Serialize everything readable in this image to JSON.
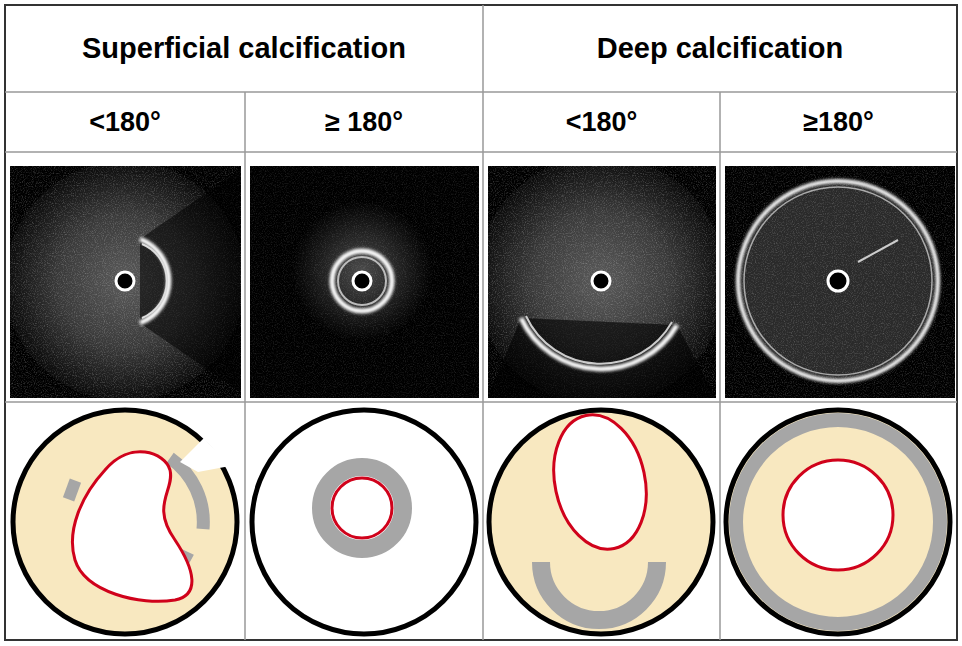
{
  "diagram": {
    "labels": [
      "Superficial calcification",
      "Deep calcification",
      "<180°",
      "≥ 180°",
      "<180°",
      "≥180°"
    ]
  }
}
